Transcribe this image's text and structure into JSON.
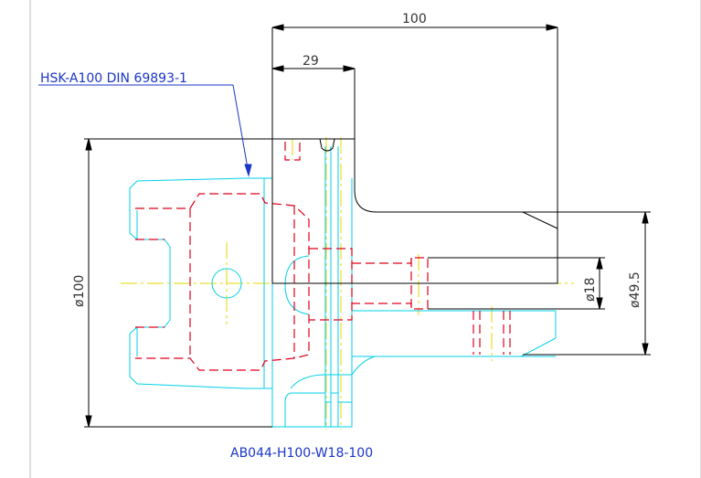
{
  "drawing": {
    "callout_label": "HSK-A100  DIN  69893-1",
    "part_number": "AB044-H100-W18-100",
    "dimensions": {
      "total_length": "100",
      "flange_length": "29",
      "diameter_main": "ø100",
      "diameter_shank": "ø49.5",
      "diameter_bore": "ø18"
    },
    "colors": {
      "outline": "#000000",
      "hsk_body": "#00d0e8",
      "hidden_lines": "#e0001a",
      "center_lines": "#e6d800",
      "leader": "#1a35c8",
      "frame": "#b8b8b8"
    }
  }
}
